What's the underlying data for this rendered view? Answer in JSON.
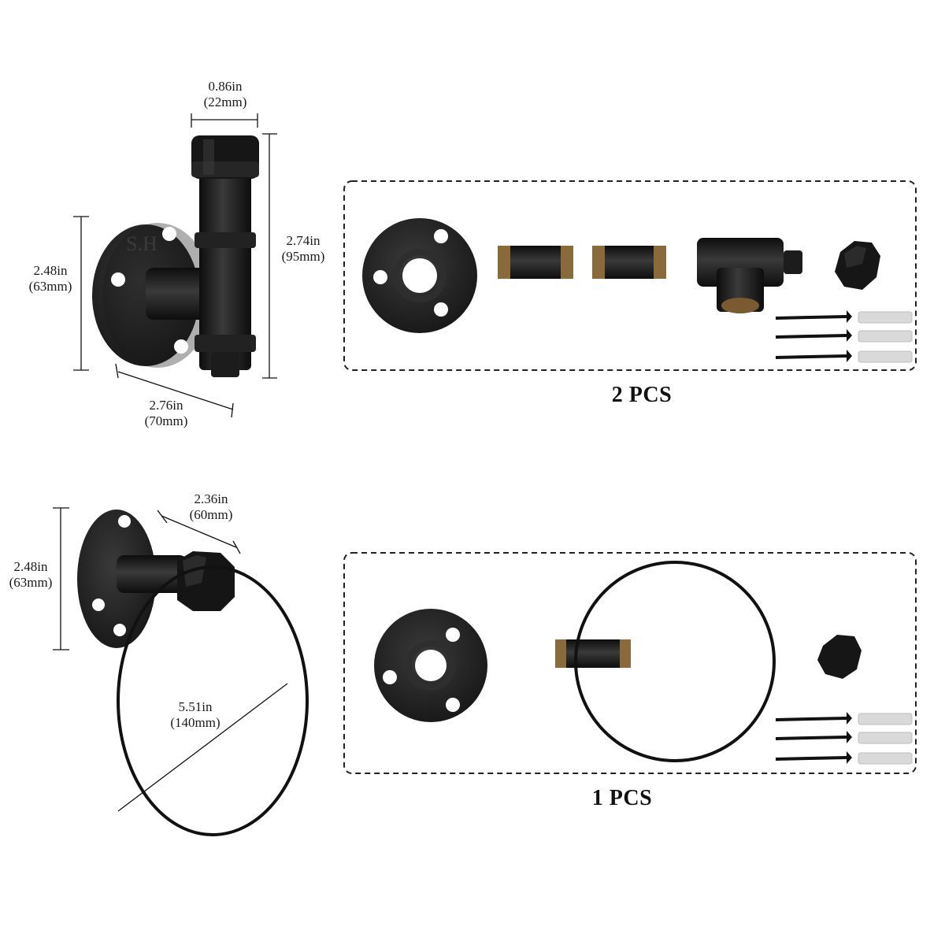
{
  "hook": {
    "width": {
      "in": "0.86in",
      "mm": "(22mm)"
    },
    "height": {
      "in": "2.74in",
      "mm": "(95mm)"
    },
    "flange": {
      "in": "2.48in",
      "mm": "(63mm)"
    },
    "depth": {
      "in": "2.76in",
      "mm": "(70mm)"
    },
    "flange_mark": "S.H"
  },
  "hook_kit": {
    "quantity": "2 PCS"
  },
  "ring": {
    "flange": {
      "in": "2.48in",
      "mm": "(63mm)"
    },
    "depth": {
      "in": "2.36in",
      "mm": "(60mm)"
    },
    "diameter": {
      "in": "5.51in",
      "mm": "(140mm)"
    }
  },
  "ring_kit": {
    "quantity": "1 PCS"
  },
  "colors": {
    "metal": "#1c1c1c",
    "metal_highlight": "#4a4a4a",
    "brass": "#8a6a3a",
    "dashed_border": "#222222",
    "anchor": "#d9d9d9"
  }
}
